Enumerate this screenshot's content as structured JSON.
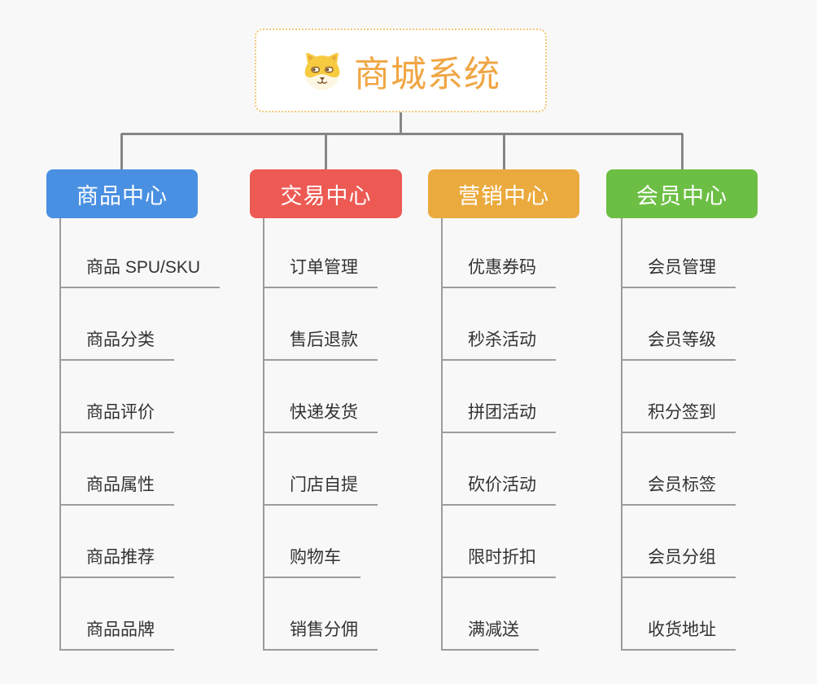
{
  "root": {
    "title": "商城系统",
    "icon": "shiba-dog-icon",
    "title_color": "#F0A644",
    "border_color": "#F3C779"
  },
  "branches": [
    {
      "label": "商品中心",
      "color": "#4A90E2",
      "items": [
        "商品 SPU/SKU",
        "商品分类",
        "商品评价",
        "商品属性",
        "商品推荐",
        "商品品牌"
      ]
    },
    {
      "label": "交易中心",
      "color": "#ED5A54",
      "items": [
        "订单管理",
        "售后退款",
        "快递发货",
        "门店自提",
        "购物车",
        "销售分佣"
      ]
    },
    {
      "label": "营销中心",
      "color": "#EBAA3E",
      "items": [
        "优惠券码",
        "秒杀活动",
        "拼团活动",
        "砍价活动",
        "限时折扣",
        "满减送"
      ]
    },
    {
      "label": "会员中心",
      "color": "#6CBF44",
      "items": [
        "会员管理",
        "会员等级",
        "积分签到",
        "会员标签",
        "会员分组",
        "收货地址"
      ]
    }
  ],
  "connector_color": "#868686",
  "background_color": "#F8F8F8"
}
